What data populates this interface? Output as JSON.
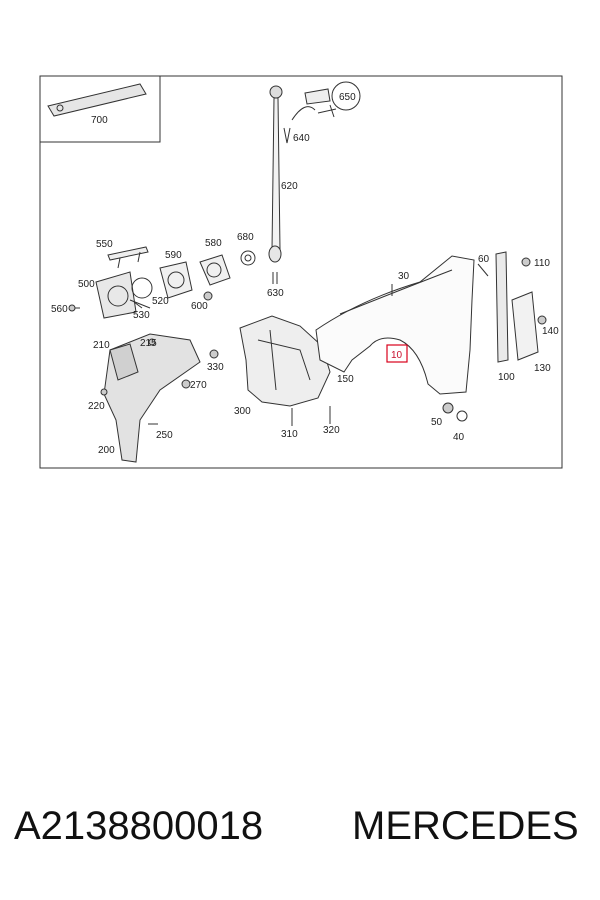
{
  "diagram": {
    "callouts": [
      "700",
      "650",
      "640",
      "620",
      "550",
      "590",
      "580",
      "680",
      "500",
      "520",
      "560",
      "530",
      "600",
      "630",
      "30",
      "60",
      "110",
      "140",
      "130",
      "100",
      "10",
      "150",
      "210",
      "215",
      "330",
      "270",
      "220",
      "250",
      "200",
      "300",
      "310",
      "320",
      "50",
      "40"
    ],
    "highlighted_part": "10",
    "highlight_color": "#d9001b"
  },
  "caption": {
    "part_number": "A2138800018",
    "brand": "MERCEDES"
  }
}
